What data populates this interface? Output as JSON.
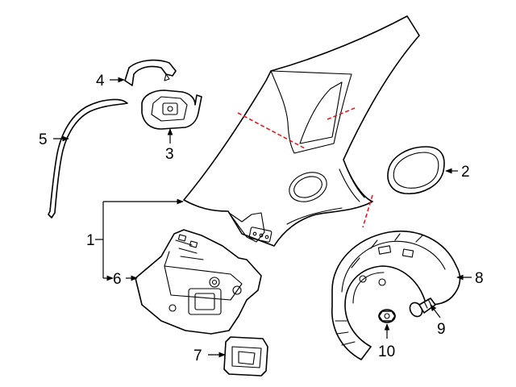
{
  "callouts": [
    {
      "id": "1",
      "label": "1"
    },
    {
      "id": "2",
      "label": "2"
    },
    {
      "id": "3",
      "label": "3"
    },
    {
      "id": "4",
      "label": "4"
    },
    {
      "id": "5",
      "label": "5"
    },
    {
      "id": "6",
      "label": "6"
    },
    {
      "id": "7",
      "label": "7"
    },
    {
      "id": "8",
      "label": "8"
    },
    {
      "id": "9",
      "label": "9"
    },
    {
      "id": "10",
      "label": "10"
    }
  ],
  "colors": {
    "line": "#000000",
    "cut_line": "#e31b23",
    "background": "#ffffff"
  }
}
